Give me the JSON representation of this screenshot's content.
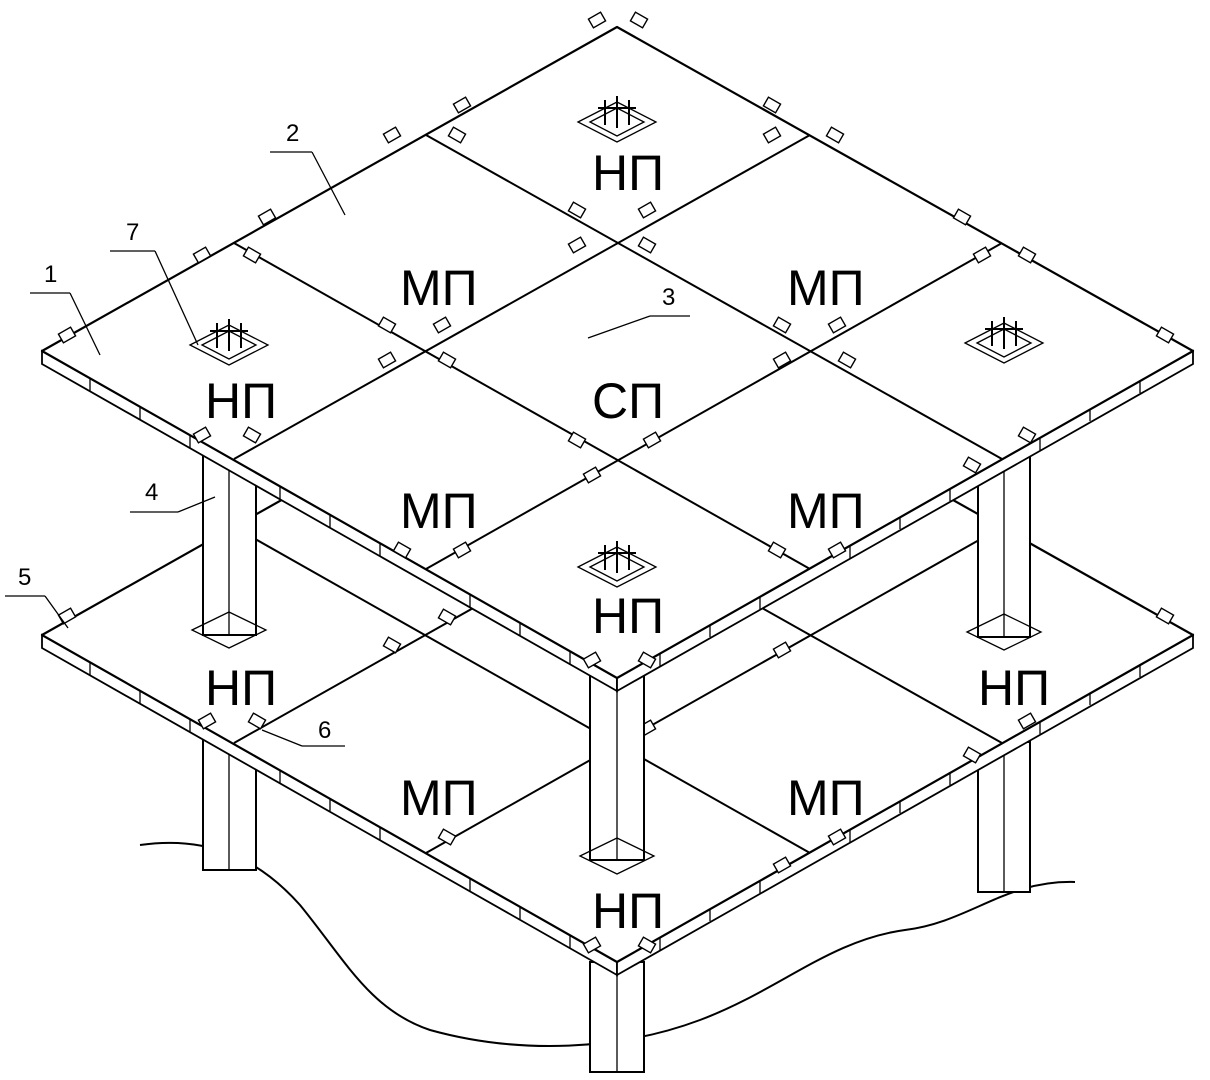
{
  "upper_floor": {
    "back_corner": "НП",
    "left_corner": "НП",
    "right_corner": "",
    "front_corner": "НП",
    "center": "СП",
    "mid_back_left": "МП",
    "mid_back_right": "МП",
    "mid_front_left": "МП",
    "mid_front_right": "МП"
  },
  "lower_floor": {
    "left_corner": "НП",
    "right_corner": "НП",
    "front_corner": "НП",
    "mid_front_left": "МП",
    "mid_front_right": "МП"
  },
  "callouts": {
    "c1": "1",
    "c2": "2",
    "c3": "3",
    "c4": "4",
    "c5": "5",
    "c6": "6",
    "c7": "7"
  }
}
